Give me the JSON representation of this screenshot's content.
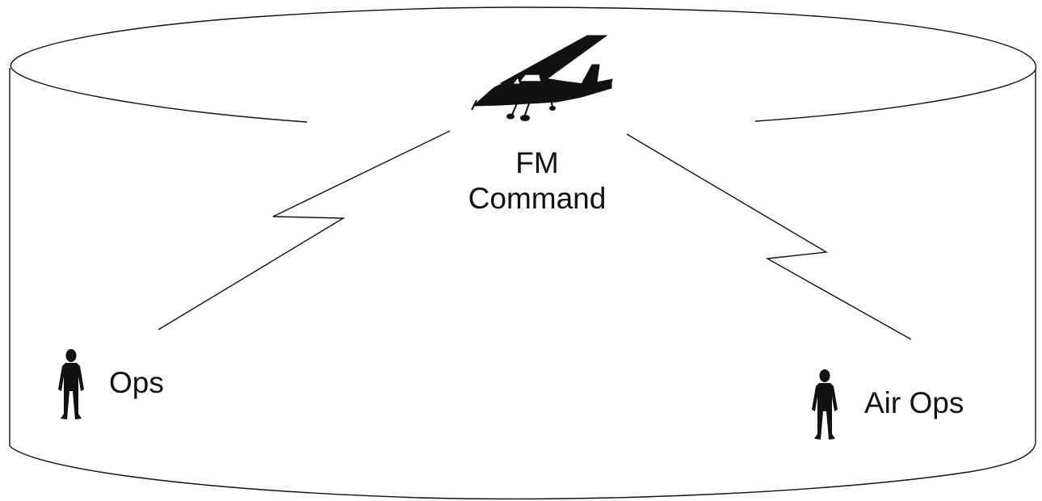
{
  "command_node": {
    "line1": "FM",
    "line2": "Command",
    "icon": "airplane-icon"
  },
  "left_node": {
    "label": "Ops",
    "icon": "person-icon"
  },
  "right_node": {
    "label": "Air Ops",
    "icon": "person-icon"
  },
  "links": [
    {
      "from": "FM Command",
      "to": "Ops",
      "style": "lightning-bolt"
    },
    {
      "from": "FM Command",
      "to": "Air Ops",
      "style": "lightning-bolt"
    }
  ],
  "colors": {
    "stroke": "#111111",
    "background": "#ffffff"
  }
}
